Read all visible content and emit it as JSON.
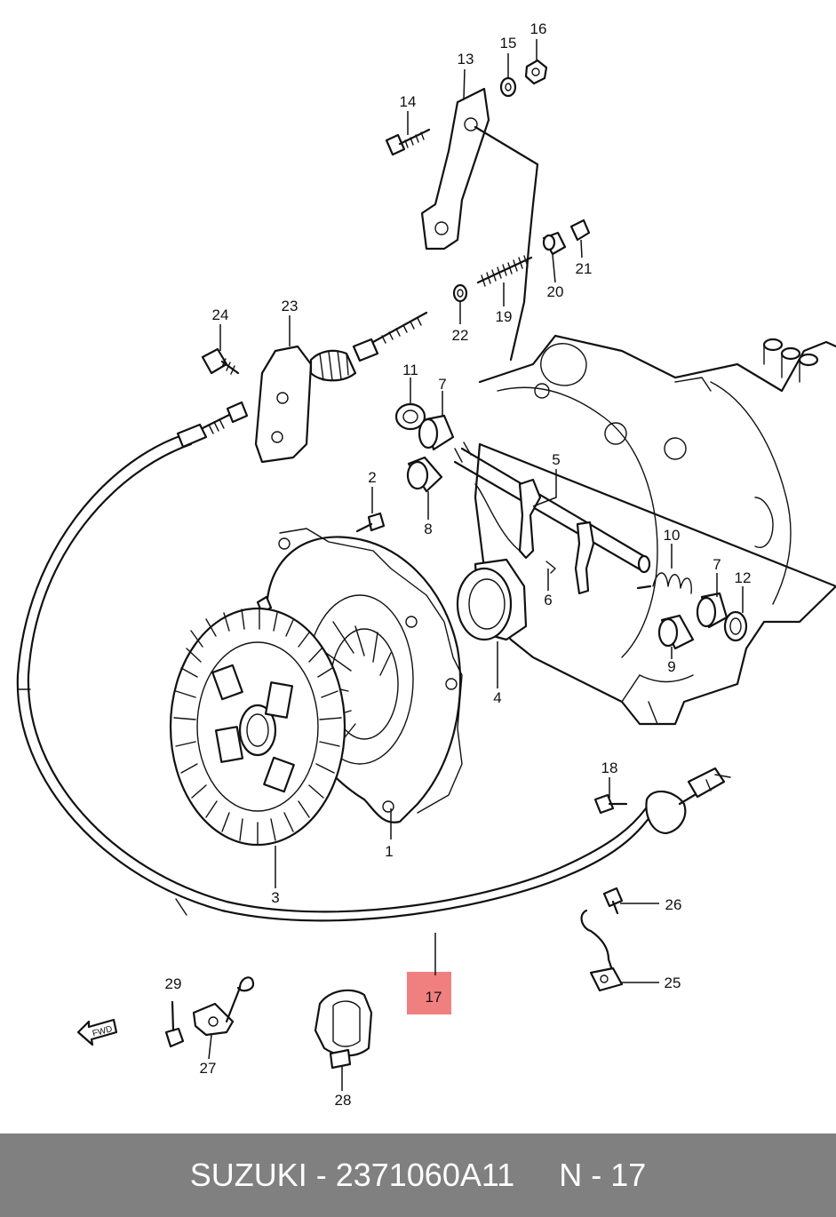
{
  "footer": {
    "brand": "SUZUKI",
    "separator1": " - ",
    "part_number": "2371060A11",
    "gap": "     ",
    "position_code": "N - 17"
  },
  "highlight": {
    "color": "#f08080",
    "part": "17"
  },
  "labels": [
    "1",
    "2",
    "3",
    "4",
    "5",
    "6",
    "7",
    "7",
    "8",
    "9",
    "10",
    "11",
    "12",
    "13",
    "14",
    "15",
    "16",
    "18",
    "19",
    "20",
    "21",
    "22",
    "23",
    "24",
    "25",
    "26",
    "27",
    "28",
    "29"
  ],
  "colors": {
    "footer_bg": "#808080",
    "footer_text": "#ffffff",
    "line": "#111111"
  }
}
